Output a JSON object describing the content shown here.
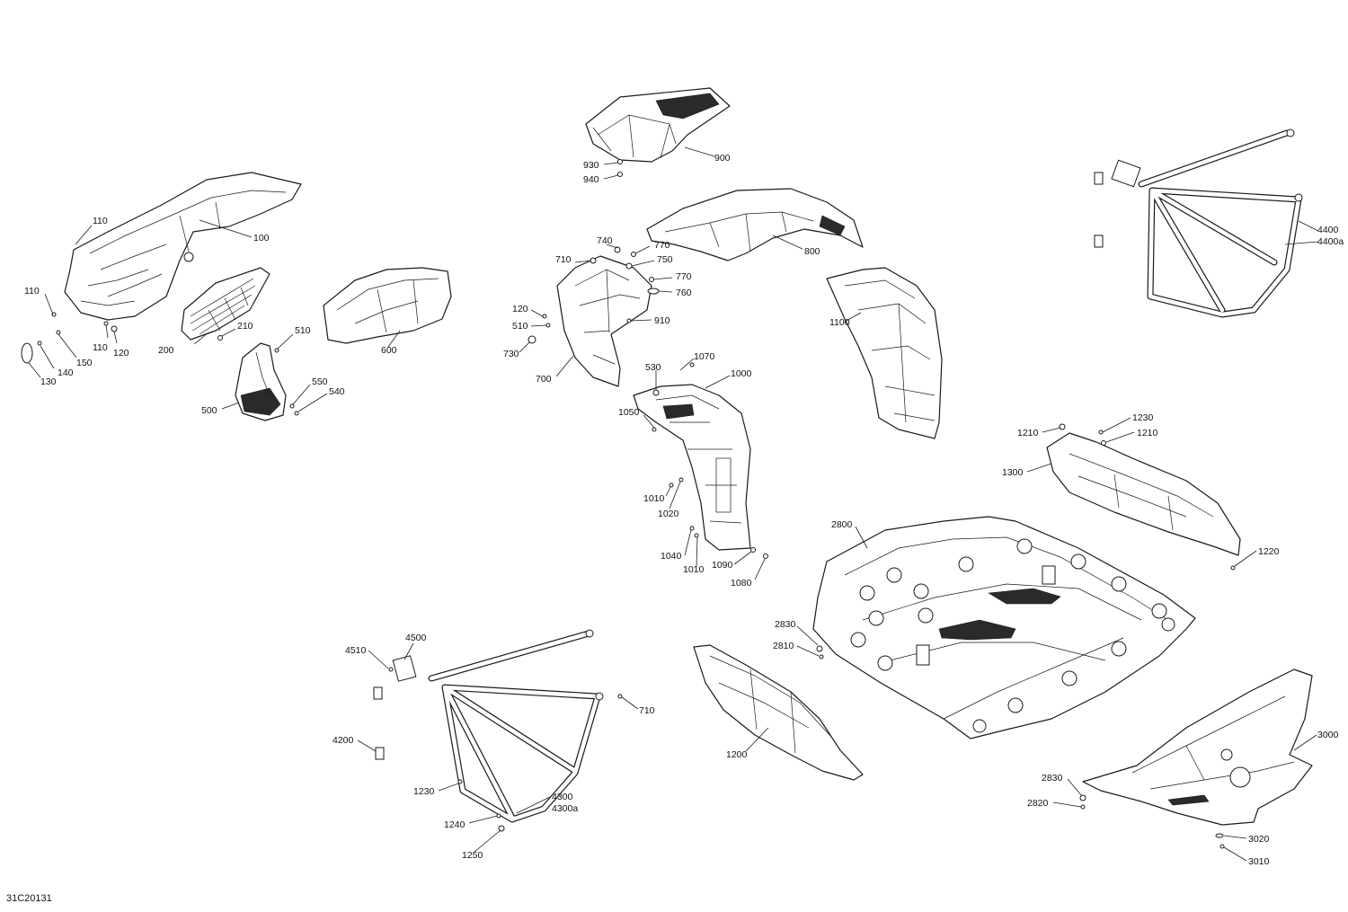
{
  "diagram_code": "31C20131",
  "callouts": [
    {
      "label": "900"
    },
    {
      "label": "930"
    },
    {
      "label": "940"
    },
    {
      "label": "110"
    },
    {
      "label": "100"
    },
    {
      "label": "110"
    },
    {
      "label": "110"
    },
    {
      "label": "120"
    },
    {
      "label": "150"
    },
    {
      "label": "140"
    },
    {
      "label": "130"
    },
    {
      "label": "200"
    },
    {
      "label": "210"
    },
    {
      "label": "510"
    },
    {
      "label": "550"
    },
    {
      "label": "540"
    },
    {
      "label": "500"
    },
    {
      "label": "600"
    },
    {
      "label": "740"
    },
    {
      "label": "710"
    },
    {
      "label": "770"
    },
    {
      "label": "750"
    },
    {
      "label": "770"
    },
    {
      "label": "760"
    },
    {
      "label": "120"
    },
    {
      "label": "510"
    },
    {
      "label": "910"
    },
    {
      "label": "730"
    },
    {
      "label": "700"
    },
    {
      "label": "800"
    },
    {
      "label": "1100"
    },
    {
      "label": "530"
    },
    {
      "label": "1070"
    },
    {
      "label": "1000"
    },
    {
      "label": "1050"
    },
    {
      "label": "1010"
    },
    {
      "label": "1020"
    },
    {
      "label": "1040"
    },
    {
      "label": "1010"
    },
    {
      "label": "1090"
    },
    {
      "label": "1080"
    },
    {
      "label": "4400"
    },
    {
      "label": "4400a"
    },
    {
      "label": "1210"
    },
    {
      "label": "1230"
    },
    {
      "label": "1210"
    },
    {
      "label": "1300"
    },
    {
      "label": "1220"
    },
    {
      "label": "2800"
    },
    {
      "label": "2830"
    },
    {
      "label": "2810"
    },
    {
      "label": "1200"
    },
    {
      "label": "4510"
    },
    {
      "label": "4500"
    },
    {
      "label": "710"
    },
    {
      "label": "4200"
    },
    {
      "label": "1230"
    },
    {
      "label": "4300"
    },
    {
      "label": "4300a"
    },
    {
      "label": "1240"
    },
    {
      "label": "1250"
    },
    {
      "label": "3000"
    },
    {
      "label": "2830"
    },
    {
      "label": "2820"
    },
    {
      "label": "3020"
    },
    {
      "label": "3010"
    }
  ]
}
